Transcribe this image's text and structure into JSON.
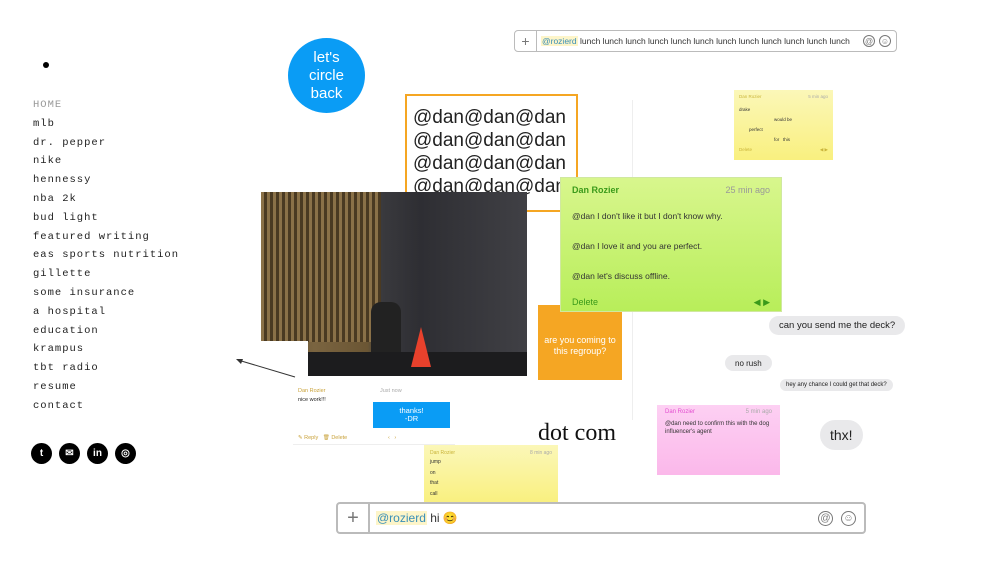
{
  "nav": {
    "items": [
      "HOME",
      "mlb",
      "dr. pepper",
      "nike",
      "hennessy",
      "nba 2k",
      "bud light",
      "featured writing",
      "eas sports nutrition",
      "gillette",
      "some insurance",
      "a hospital",
      "education",
      "krampus",
      "tbt radio",
      "resume",
      "contact"
    ]
  },
  "social": [
    {
      "icon": "twitter-icon",
      "glyph": "t"
    },
    {
      "icon": "mail-icon",
      "glyph": "✉"
    },
    {
      "icon": "linkedin-icon",
      "glyph": "in"
    },
    {
      "icon": "instagram-icon",
      "glyph": "◎"
    }
  ],
  "circle_text": [
    "let's",
    "circle",
    "back"
  ],
  "top_input": {
    "mention": "@rozierd",
    "text": "lunch lunch lunch lunch lunch lunch lunch lunch lunch lunch lunch lunch"
  },
  "bottom_input": {
    "mention": "@rozierd",
    "text": "hi",
    "emoji": "😊"
  },
  "dan_box": [
    "@dan@dan@dan",
    "@dan@dan@dan",
    "@dan@dan@dan",
    "@dan@dan@dan"
  ],
  "green_note": {
    "author": "Dan Rozier",
    "time": "25 min ago",
    "lines": [
      "@dan I don't like it but I don't know why.",
      "@dan I love it and you are perfect.",
      "@dan let's discuss offline."
    ],
    "delete": "Delete"
  },
  "yellow_top": {
    "author": "Dan Rozier",
    "time": "5 min ago",
    "words": [
      "drake",
      "would be",
      "perfect",
      "for",
      "this"
    ],
    "delete": "Delete"
  },
  "orange_note": "are you coming to this regroup?",
  "chat": [
    "can you send me the deck?",
    "no rush",
    "hey any chance I could get that deck?",
    "thx!"
  ],
  "pink_note": {
    "author": "Dan Rozier",
    "time": "5 min ago",
    "text": "@dan need to confirm this with the dog influencer's agent"
  },
  "comment": {
    "author": "Dan Rozier",
    "time": "Just now",
    "text": "nice work!!!",
    "reply": "Reply",
    "delete": "Delete"
  },
  "thanks": [
    "thanks!",
    "-DR"
  ],
  "dotcom": "dot com",
  "yellow_bottom": {
    "author": "Dan Rozier",
    "time": "8 min ago",
    "words": [
      "jump",
      "on",
      "that",
      "call"
    ]
  },
  "colors": {
    "blue": "#0a9cf5",
    "orange": "#f5a623",
    "green": "#c5f36b",
    "yellow": "#fbf59c",
    "pink": "#fcc3ef"
  }
}
